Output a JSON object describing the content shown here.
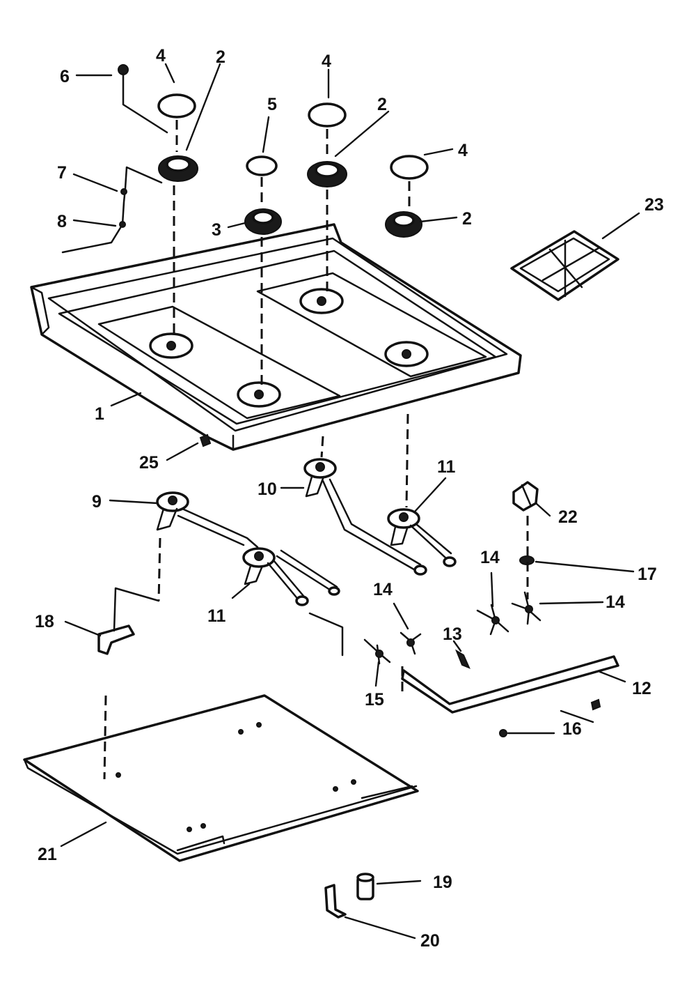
{
  "callouts": {
    "c1": "1",
    "c2a": "2",
    "c2b": "2",
    "c2c": "2",
    "c3": "3",
    "c4a": "4",
    "c4b": "4",
    "c4c": "4",
    "c5": "5",
    "c6": "6",
    "c7": "7",
    "c8": "8",
    "c9": "9",
    "c10": "10",
    "c11a": "11",
    "c11b": "11",
    "c12": "12",
    "c13": "13",
    "c14a": "14",
    "c14b": "14",
    "c14c": "14",
    "c15": "15",
    "c16": "16",
    "c17": "17",
    "c18": "18",
    "c19": "19",
    "c20": "20",
    "c21": "21",
    "c22": "22",
    "c23": "23",
    "c25": "25"
  }
}
